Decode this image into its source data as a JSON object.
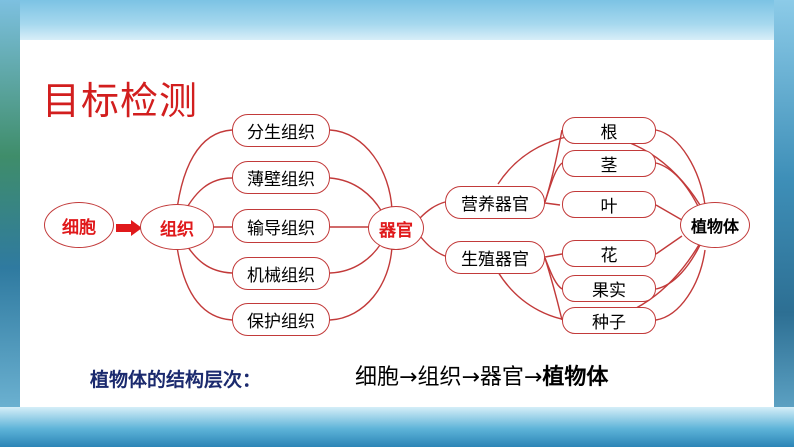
{
  "slide_title": "目标检测",
  "nodes": {
    "cell": "细胞",
    "tissue": "组织",
    "organ": "器官",
    "plant": "植物体",
    "tissues": [
      "分生组织",
      "薄壁组织",
      "输导组织",
      "机械组织",
      "保护组织"
    ],
    "organ_groups": [
      "营养器官",
      "生殖器官"
    ],
    "organs": [
      "根",
      "茎",
      "叶",
      "花",
      "果实",
      "种子"
    ]
  },
  "summary": {
    "label": "植物体的结构层次：",
    "chain": [
      "细胞",
      "组织",
      "器官",
      "植物体"
    ],
    "arrow": "→"
  },
  "colors": {
    "accent": "#e0191b",
    "line": "#c23a3a",
    "title": "#d21e1e",
    "summary_label": "#1b2a6e"
  }
}
